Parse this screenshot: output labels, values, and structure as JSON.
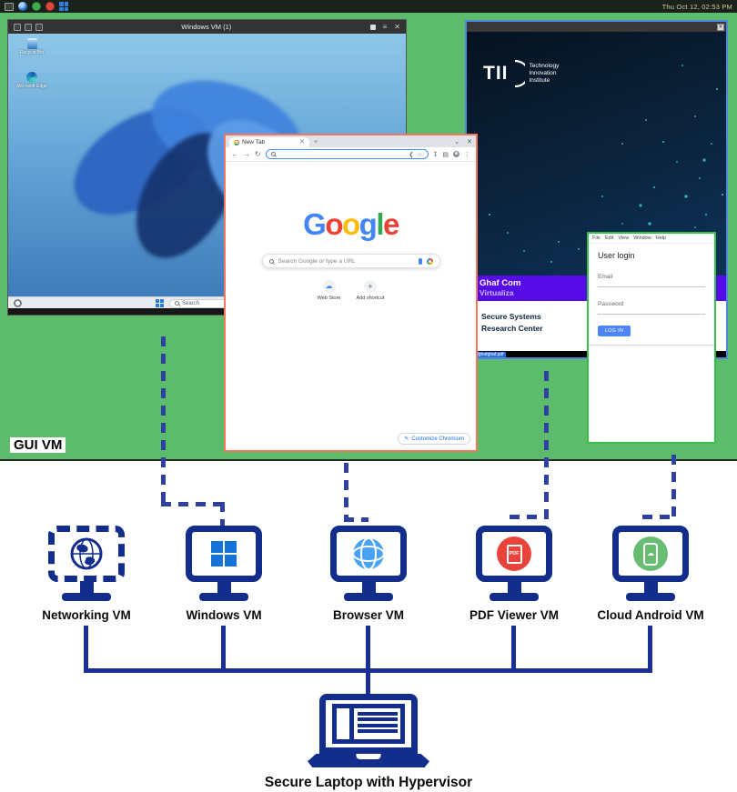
{
  "topbar": {
    "clock": "Thu Oct 12, 02:53 PM"
  },
  "desktop": {
    "gui_vm_label": "GUI VM"
  },
  "windows_vm": {
    "title": "Windows VM (1)",
    "icons": {
      "recycle_bin": "Recycle Bin",
      "edge": "Microsoft Edge"
    },
    "taskbar": {
      "search": "Search"
    }
  },
  "browser": {
    "tab_title": "New Tab",
    "logo_letters": [
      "G",
      "o",
      "o",
      "g",
      "l",
      "e"
    ],
    "search_placeholder": "Search Google or type a URL",
    "shortcuts": [
      {
        "label": "Web Store"
      },
      {
        "label": "Add shortcut"
      }
    ],
    "customize_label": "Customize Chromium",
    "cloud_glyph": "☁",
    "plus_glyph": "+",
    "pencil_glyph": "✎"
  },
  "tii": {
    "logo": "TII",
    "caption": [
      "Technology",
      "Innovation",
      "Institute"
    ],
    "banner_title": "Ghaf Com",
    "banner_subtitle": "Virtualiza",
    "org": [
      "Secure Systems",
      "Research Center"
    ],
    "status": "ghafghafghaf.pdf"
  },
  "login": {
    "menu": [
      "File",
      "Edit",
      "View",
      "Window",
      "Help"
    ],
    "title": "User login",
    "email_label": "Email",
    "password_label": "Password",
    "button": "LOG IN"
  },
  "diagram": {
    "vms": [
      {
        "label": "Networking VM"
      },
      {
        "label": "Windows VM"
      },
      {
        "label": "Browser VM"
      },
      {
        "label": "PDF Viewer VM"
      },
      {
        "label": "Cloud Android VM"
      }
    ],
    "pdf_badge": "PDF",
    "phone_cloud_glyph": "☁",
    "laptop_label": "Secure Laptop with Hypervisor"
  }
}
